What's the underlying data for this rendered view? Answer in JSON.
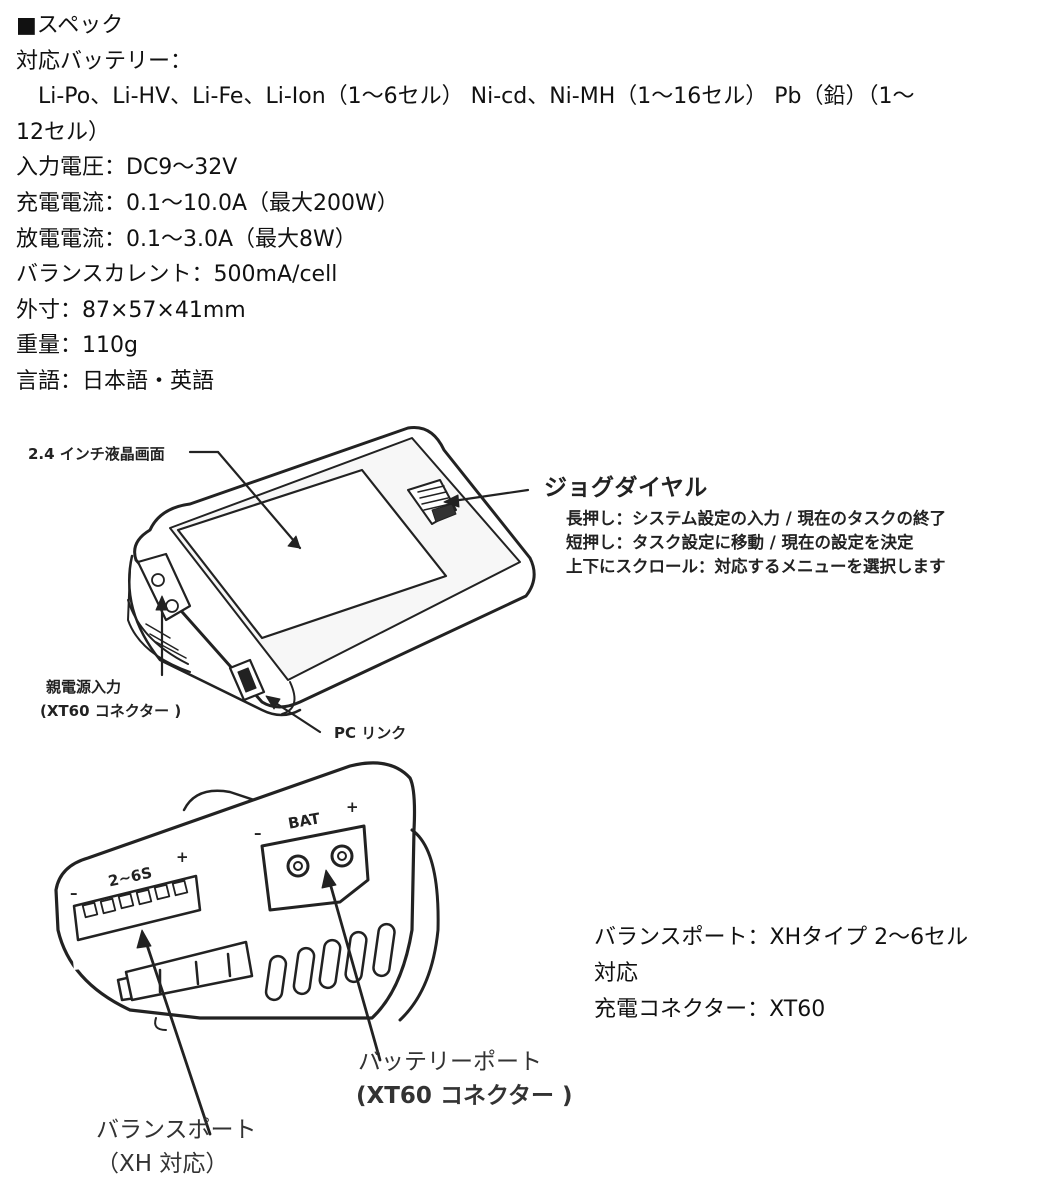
{
  "spec": {
    "heading": "■スペック",
    "battery_label": "対応バッテリー：",
    "battery_types_line1": "　Li-Po、Li-HV、Li-Fe、Li-Ion（1〜6セル） Ni-cd、Ni-MH（1〜16セル） Pb（鉛）（1〜",
    "battery_types_line2": "12セル）",
    "input_voltage": "入力電圧：DC9〜32V",
    "charge_current": "充電電流：0.1〜10.0A（最大200W）",
    "discharge_current": "放電電流：0.1〜3.0A（最大8W）",
    "balance_current": "バランスカレント：500mA/cell",
    "dimensions": "外寸：87×57×41mm",
    "weight": "重量：110g",
    "language": "言語：日本語・英語"
  },
  "figure_top": {
    "lcd_label": "2.4 インチ液晶画面",
    "jog_title": "ジョグダイヤル",
    "jog_long": "長押し：システム設定の入力 / 現在のタスクの終了",
    "jog_short": "短押し：タスク設定に移動 / 現在の設定を決定",
    "jog_scroll": "上下にスクロール：対応するメニューを選択します",
    "power_input_line1": "親電源入力",
    "power_input_line2": "(XT60 コネクター )",
    "pc_link": "PC リンク"
  },
  "figure_bottom": {
    "bat_label": "BAT",
    "minus": "–",
    "plus": "+",
    "cells_label": "2~6S",
    "battery_port_line1": "バッテリーポート",
    "battery_port_line2": "(XT60 コネクター )",
    "balance_port_line1": "バランスポート",
    "balance_port_line2": "（XH 対応）"
  },
  "notes": {
    "balance_line1": "バランスポート：XHタイプ 2〜6セル",
    "balance_line2": "対応",
    "charge_connector": "充電コネクター：XT60"
  }
}
